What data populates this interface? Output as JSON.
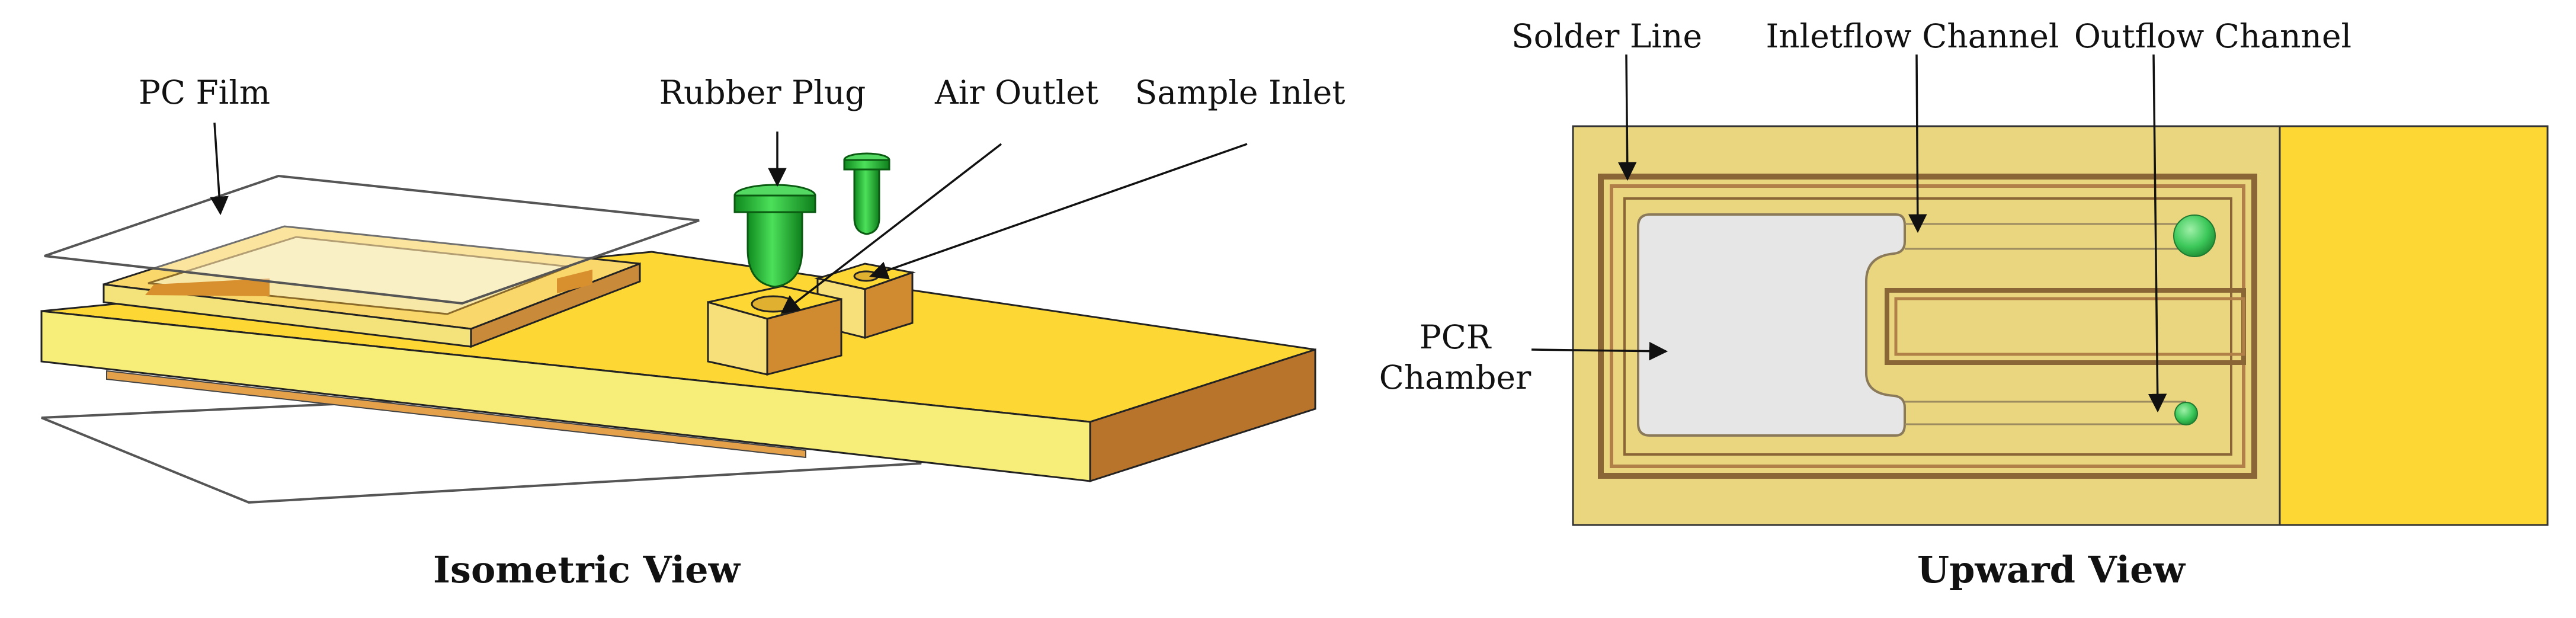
{
  "isometric": {
    "caption": "Isometric View",
    "labels": {
      "pc_film": "PC Film",
      "rubber_plug": "Rubber Plug",
      "air_outlet": "Air Outlet",
      "sample_inlet": "Sample Inlet"
    }
  },
  "upward": {
    "caption": "Upward View",
    "labels": {
      "solder_line": "Solder Line",
      "inletflow_channel": "Inletflow Channel",
      "outflow_channel": "Outflow Channel",
      "pcr_chamber_line1": "PCR",
      "pcr_chamber_line2": "Chamber"
    }
  },
  "colors": {
    "board_top": "#FDD835",
    "board_front": "#F7EE7A",
    "board_side": "#B8742A",
    "plug_green": "#2EBF3A",
    "pad_light": "#E9D67E",
    "chamber_gray": "#E6E6E6",
    "channel_brown": "#A0703A"
  }
}
